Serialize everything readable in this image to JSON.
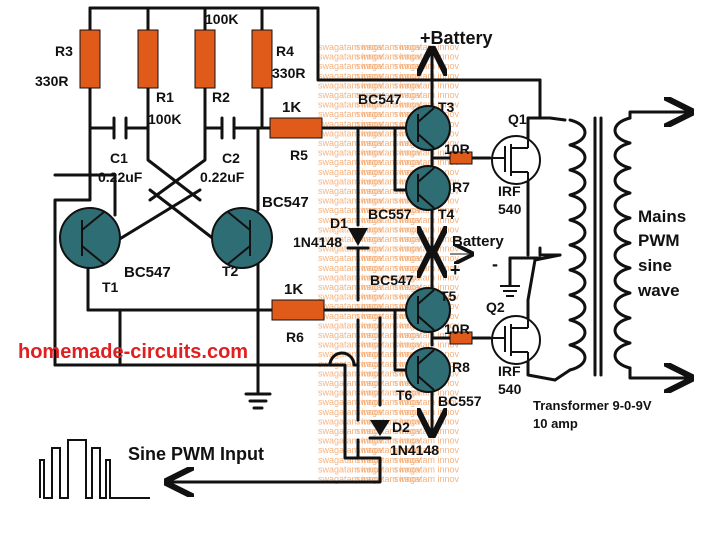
{
  "colors": {
    "resistor": "#e05a1a",
    "transistor": "#2f6d74",
    "wire": "#111111",
    "watermark": "#f3a66b",
    "site": "#e02020"
  },
  "labels": {
    "battery_pos": "+Battery",
    "battery": "Battery",
    "plus": "+",
    "minus": "-",
    "r3": "R3",
    "r3_val": "330R",
    "r1": "R1",
    "r1_val": "100K",
    "r2": "R2",
    "r2_val": "100K",
    "r4": "R4",
    "r4_val": "330R",
    "c1": "C1",
    "c1_val": "0.22uF",
    "c2": "C2",
    "c2_val": "0.22uF",
    "t1": "T1",
    "t1_type": "BC547",
    "t2": "T2",
    "t2_type": "BC547",
    "r5": "R5",
    "r5_val": "1K",
    "r6": "R6",
    "r6_val": "1K",
    "t3": "T3",
    "t3_type": "BC547",
    "t4": "T4",
    "t4_type": "BC557",
    "t5": "T5",
    "t5_type": "BC547",
    "t6": "T6",
    "t6_type": "BC557",
    "r7": "R7",
    "r7_val": "10R",
    "r8": "R8",
    "r8_val": "10R",
    "q1": "Q1",
    "q1_type_a": "IRF",
    "q1_type_b": "540",
    "q2": "Q2",
    "q2_type_a": "IRF",
    "q2_type_b": "540",
    "d1": "D1",
    "d1_type": "1N4148",
    "d2": "D2",
    "d2_type": "1N4148",
    "mains_1": "Mains",
    "mains_2": "PWM",
    "mains_3": "sine",
    "mains_4": "wave",
    "transformer_1": "Transformer 9-0-9V",
    "transformer_2": "10 amp",
    "sine_input": "Sine PWM Input",
    "site": "homemade-circuits.com"
  },
  "watermark_text": "swagatam innov"
}
